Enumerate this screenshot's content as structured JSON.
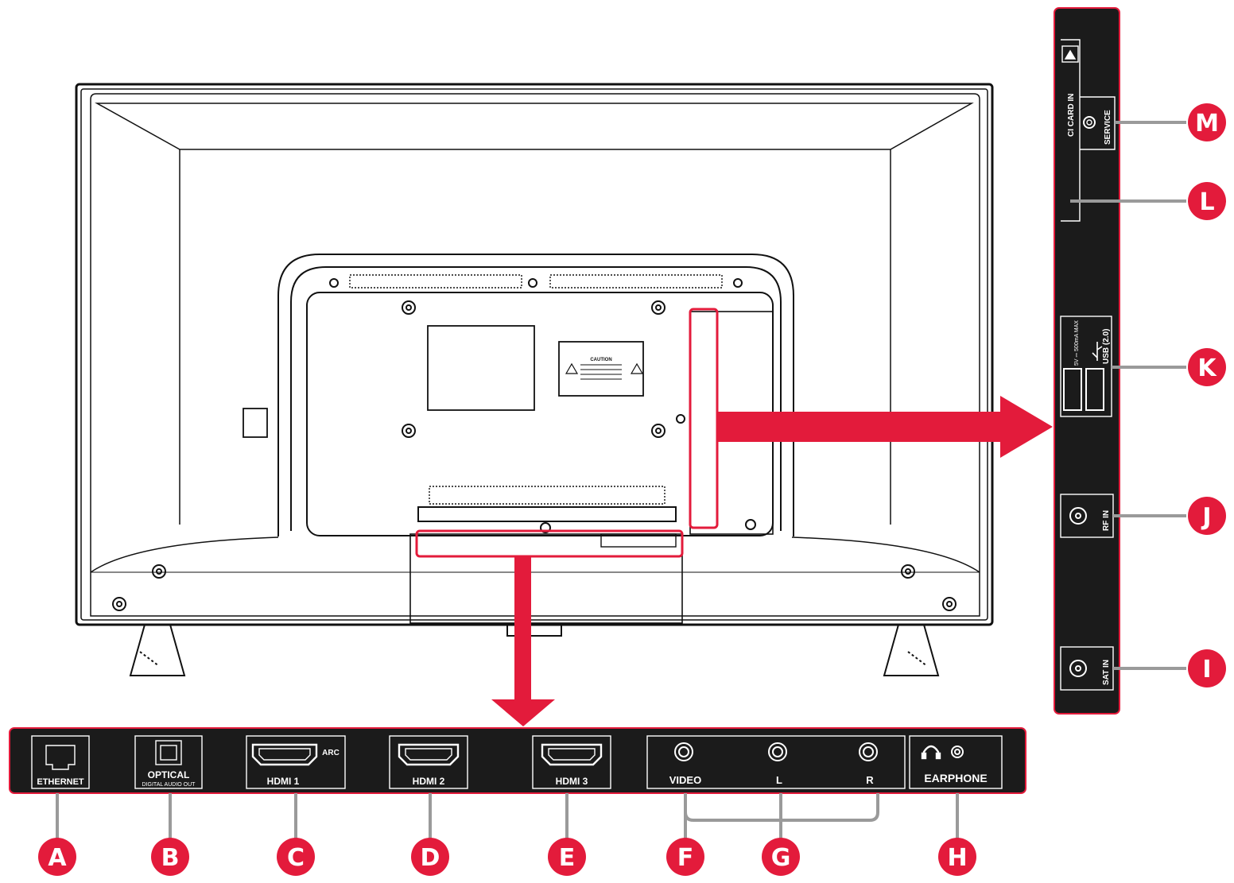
{
  "rear_panel": {
    "caution_label": "CAUTION"
  },
  "bottom_panel": {
    "ports": {
      "ethernet": "ETHERNET",
      "optical": "OPTICAL",
      "optical_sub": "DIGITAL AUDIO OUT",
      "hdmi1": "HDMI 1",
      "hdmi1_arc": "ARC",
      "hdmi2": "HDMI 2",
      "hdmi3": "HDMI 3",
      "video": "VIDEO",
      "audio_l": "L",
      "audio_r": "R",
      "earphone": "EARPHONE"
    },
    "badges": [
      "A",
      "B",
      "C",
      "D",
      "E",
      "F",
      "G",
      "H"
    ]
  },
  "side_panel": {
    "ports": {
      "ci_card": "CI CARD IN",
      "service": "SERVICE",
      "usb": "USB (2.0)",
      "usb_spec": "5V ⎓ 500mA MAX",
      "rf_in": "RF IN",
      "sat_in": "SAT IN"
    },
    "badges": [
      "I",
      "J",
      "K",
      "L",
      "M"
    ]
  },
  "colors": {
    "accent": "#e31b3b",
    "panel": "#1b1b1b",
    "connector": "#9a9a9a"
  }
}
